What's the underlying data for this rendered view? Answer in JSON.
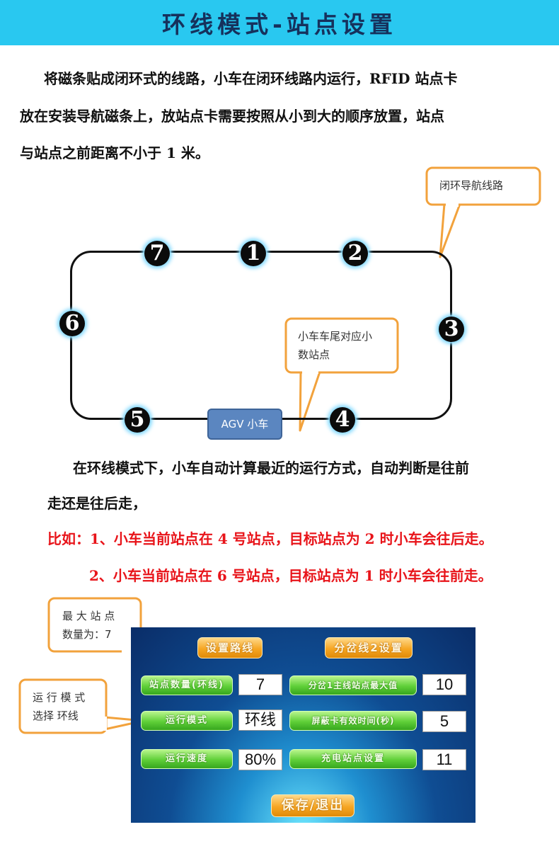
{
  "banner": {
    "title": "环线模式-站点设置",
    "color": "#29c8f0"
  },
  "intro": {
    "line1": "将磁条贴成闭环式的线路，小车在闭环线路内运行，RFID 站点卡",
    "line2": "放在安装导航磁条上，放站点卡需要按照从小到大的顺序放置，站点",
    "line3": "与站点之前距离不小于 1 米。"
  },
  "diagram": {
    "callout_loop": "闭环导航线路",
    "callout_tail": [
      "小车车尾对应小",
      "数站点"
    ],
    "agv_label": "AGV 小车",
    "stations": [
      "7",
      "1",
      "2",
      "3",
      "4",
      "5",
      "6"
    ]
  },
  "explanation": {
    "line1": "在环线模式下，小车自动计算最近的运行方式，自动判断是往前",
    "line2": "走还是往后走，",
    "example1": "比如：1、小车当前站点在 4 号站点，目标站点为 2 时小车会往后走。",
    "example2": "2、小车当前站点在 6 号站点，目标站点为 1 时小车会往前走。",
    "example_color": "#e8141a"
  },
  "callouts": {
    "max_station": [
      "最 大 站 点",
      "数量为：7"
    ],
    "run_mode": [
      "运 行 模 式",
      "选择  环线"
    ]
  },
  "screen": {
    "set_route": "设置路线",
    "branch_settings": "分岔线2设置",
    "station_count_label": "站点数量(环线)",
    "station_count_value": "7",
    "run_mode_label": "运行模式",
    "run_mode_value": "环线",
    "run_speed_label": "运行速度",
    "run_speed_value": "80%",
    "branch_max_label": "分岔1主线站点最大值",
    "branch_max_value": "10",
    "mask_time_label": "屏蔽卡有效时间(秒)",
    "mask_time_value": "5",
    "charge_label": "充电站点设置",
    "charge_value": "11",
    "save_exit": "保存/退出"
  }
}
